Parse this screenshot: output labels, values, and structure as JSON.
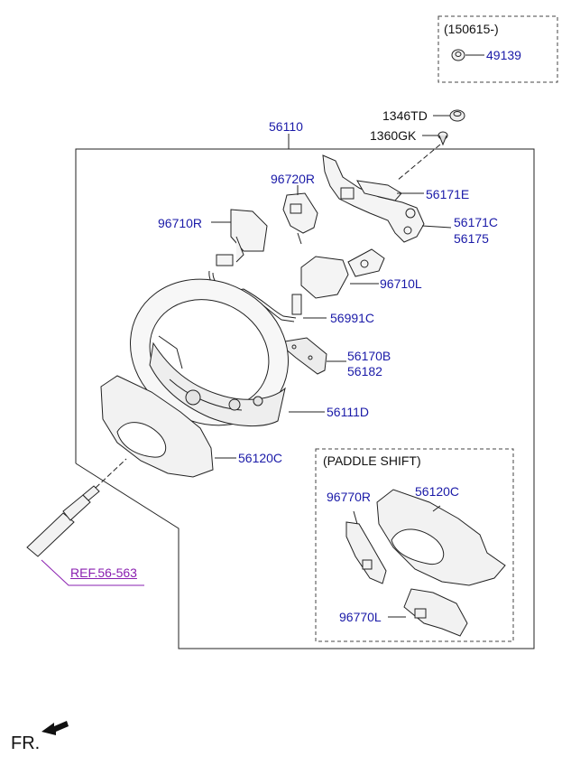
{
  "variant_box": {
    "date_code": "(150615-)",
    "part": "49139"
  },
  "labels": {
    "p1346TD": "1346TD",
    "p1360GK": "1360GK",
    "p56110": "56110",
    "p96720R": "96720R",
    "p56171E": "56171E",
    "p96710R": "96710R",
    "p56171C": "56171C",
    "p56175": "56175",
    "p96710L": "96710L",
    "p56991C": "56991C",
    "p56170B": "56170B",
    "p56182": "56182",
    "p56111D": "56111D",
    "p56120C": "56120C"
  },
  "paddle_box": {
    "title": "(PADDLE SHIFT)",
    "p96770R": "96770R",
    "p56120C": "56120C",
    "p96770L": "96770L"
  },
  "ref": "REF.56-563",
  "fr": "FR.",
  "colors": {
    "part_number": "#1a1aa8",
    "reference": "#8a1fb0",
    "line": "#111111"
  }
}
